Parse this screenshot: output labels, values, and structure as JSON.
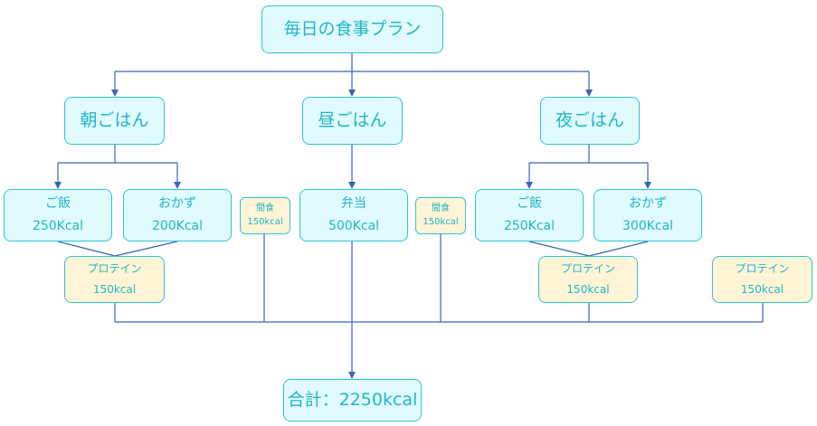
{
  "title": "毎日の食事プラン",
  "meals": {
    "breakfast": {
      "label": "朝ごはん",
      "rice": {
        "name": "ご飯",
        "kcal": "250Kcal"
      },
      "side": {
        "name": "おかず",
        "kcal": "200Kcal"
      },
      "protein": {
        "name": "プロテイン",
        "kcal": "150kcal"
      }
    },
    "lunch": {
      "label": "昼ごはん",
      "bento": {
        "name": "弁当",
        "kcal": "500Kcal"
      }
    },
    "dinner": {
      "label": "夜ごはん",
      "rice": {
        "name": "ご飯",
        "kcal": "250Kcal"
      },
      "side": {
        "name": "おかず",
        "kcal": "300Kcal"
      },
      "protein": {
        "name": "プロテイン",
        "kcal": "150kcal"
      }
    }
  },
  "snacks": [
    {
      "name": "間食",
      "kcal": "150kcal"
    },
    {
      "name": "間食",
      "kcal": "150kcal"
    }
  ],
  "extra_protein": {
    "name": "プロテイン",
    "kcal": "150kcal"
  },
  "total": "合計：2250kcal",
  "colors": {
    "node_fill": "#e0fafd",
    "protein_fill": "#fff4d6",
    "border": "#2ec4d4",
    "text": "#21b6c6",
    "connector": "#3a63b5"
  }
}
